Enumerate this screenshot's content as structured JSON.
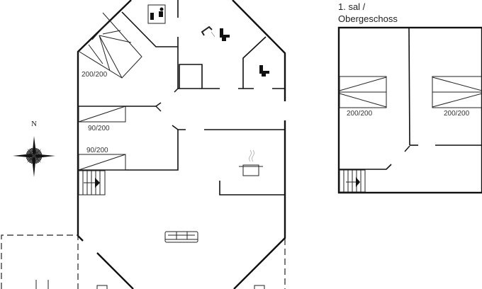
{
  "ground_floor": {
    "bed_labels": [
      "200/200",
      "90/200",
      "90/200"
    ],
    "compass_label": "N"
  },
  "upper_floor": {
    "title_line1": "1. sal /",
    "title_line2": "Obergeschoss",
    "bed_labels": [
      "200/200",
      "200/200"
    ]
  }
}
